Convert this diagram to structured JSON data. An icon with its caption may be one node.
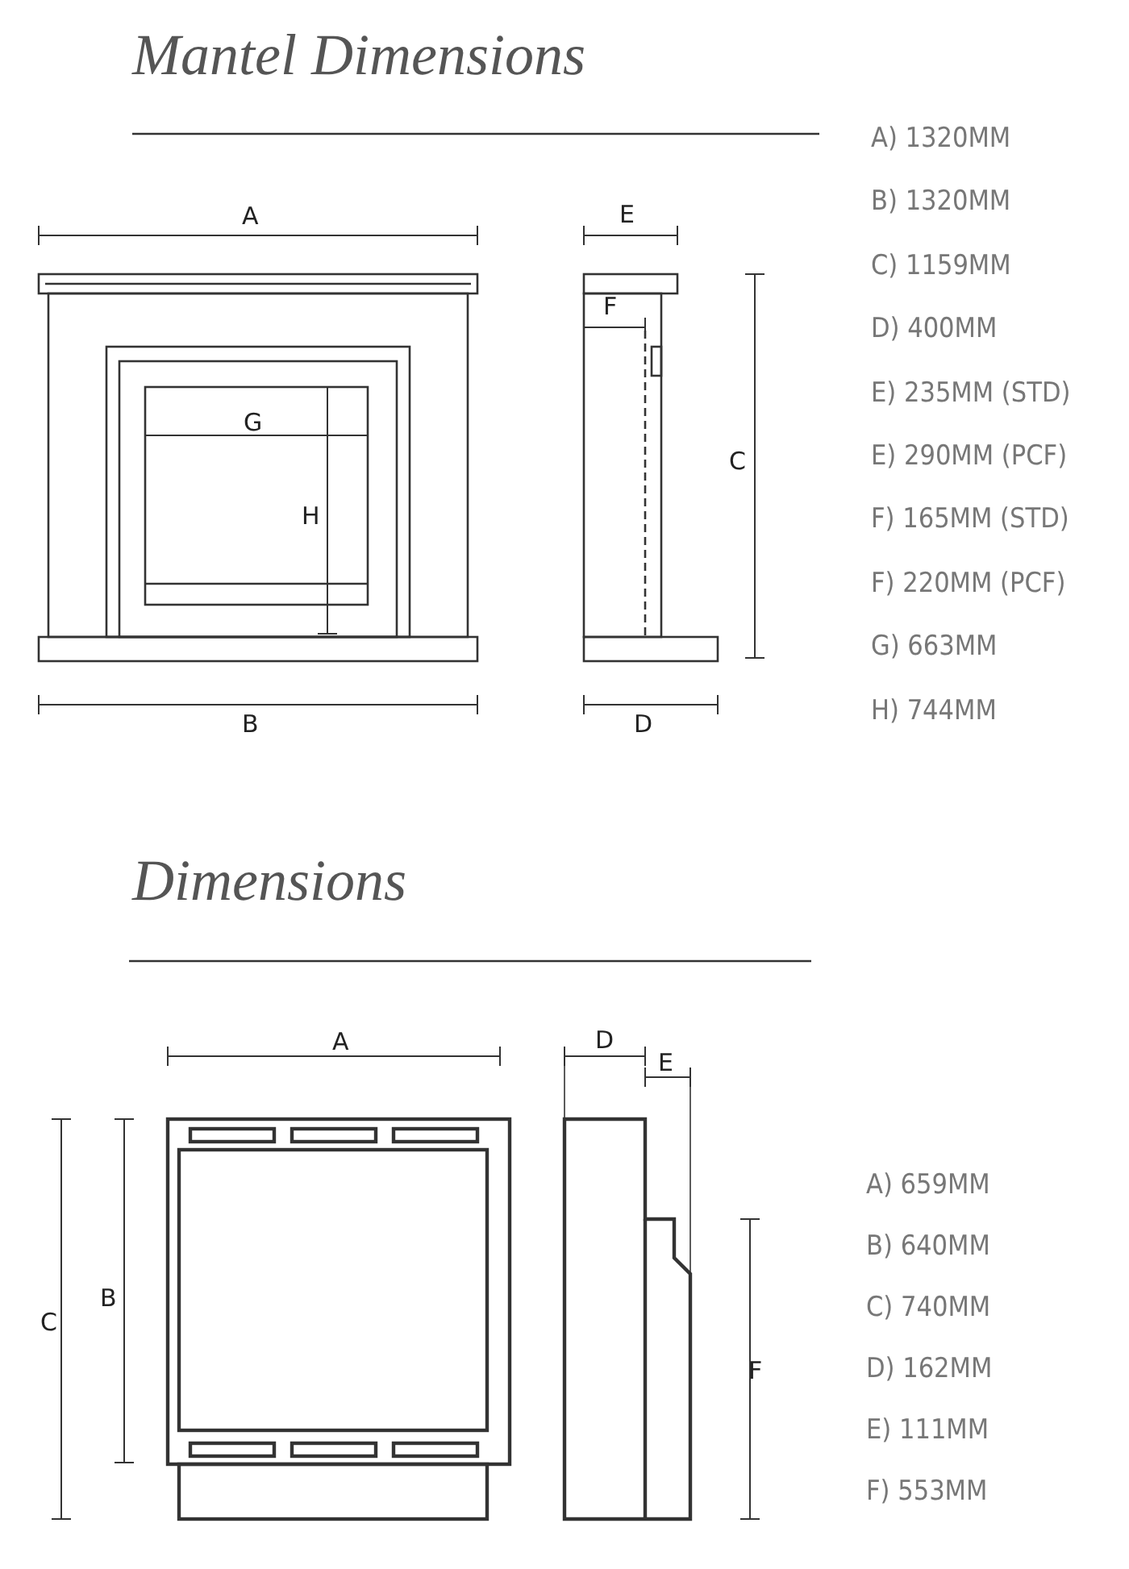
{
  "diagram": {
    "labels": [
      "Mantel Dimensions",
      "A",
      "E",
      "F",
      "G",
      "H",
      "C",
      "B",
      "D",
      "A) 1320MM",
      "B) 1320MM",
      "C) 1159MM",
      "D) 400MM",
      "E) 235MM (STD)",
      "E) 290MM (PCF)",
      "F) 165MM (STD)",
      "F) 220MM (PCF)",
      "G) 663MM",
      "H) 744MM",
      "Dimensions",
      "A",
      "D",
      "E",
      "B",
      "C",
      "F",
      "A) 659MM",
      "B) 640MM",
      "C) 740MM",
      "D) 162MM",
      "E) 111MM",
      "F) 553MM"
    ]
  }
}
